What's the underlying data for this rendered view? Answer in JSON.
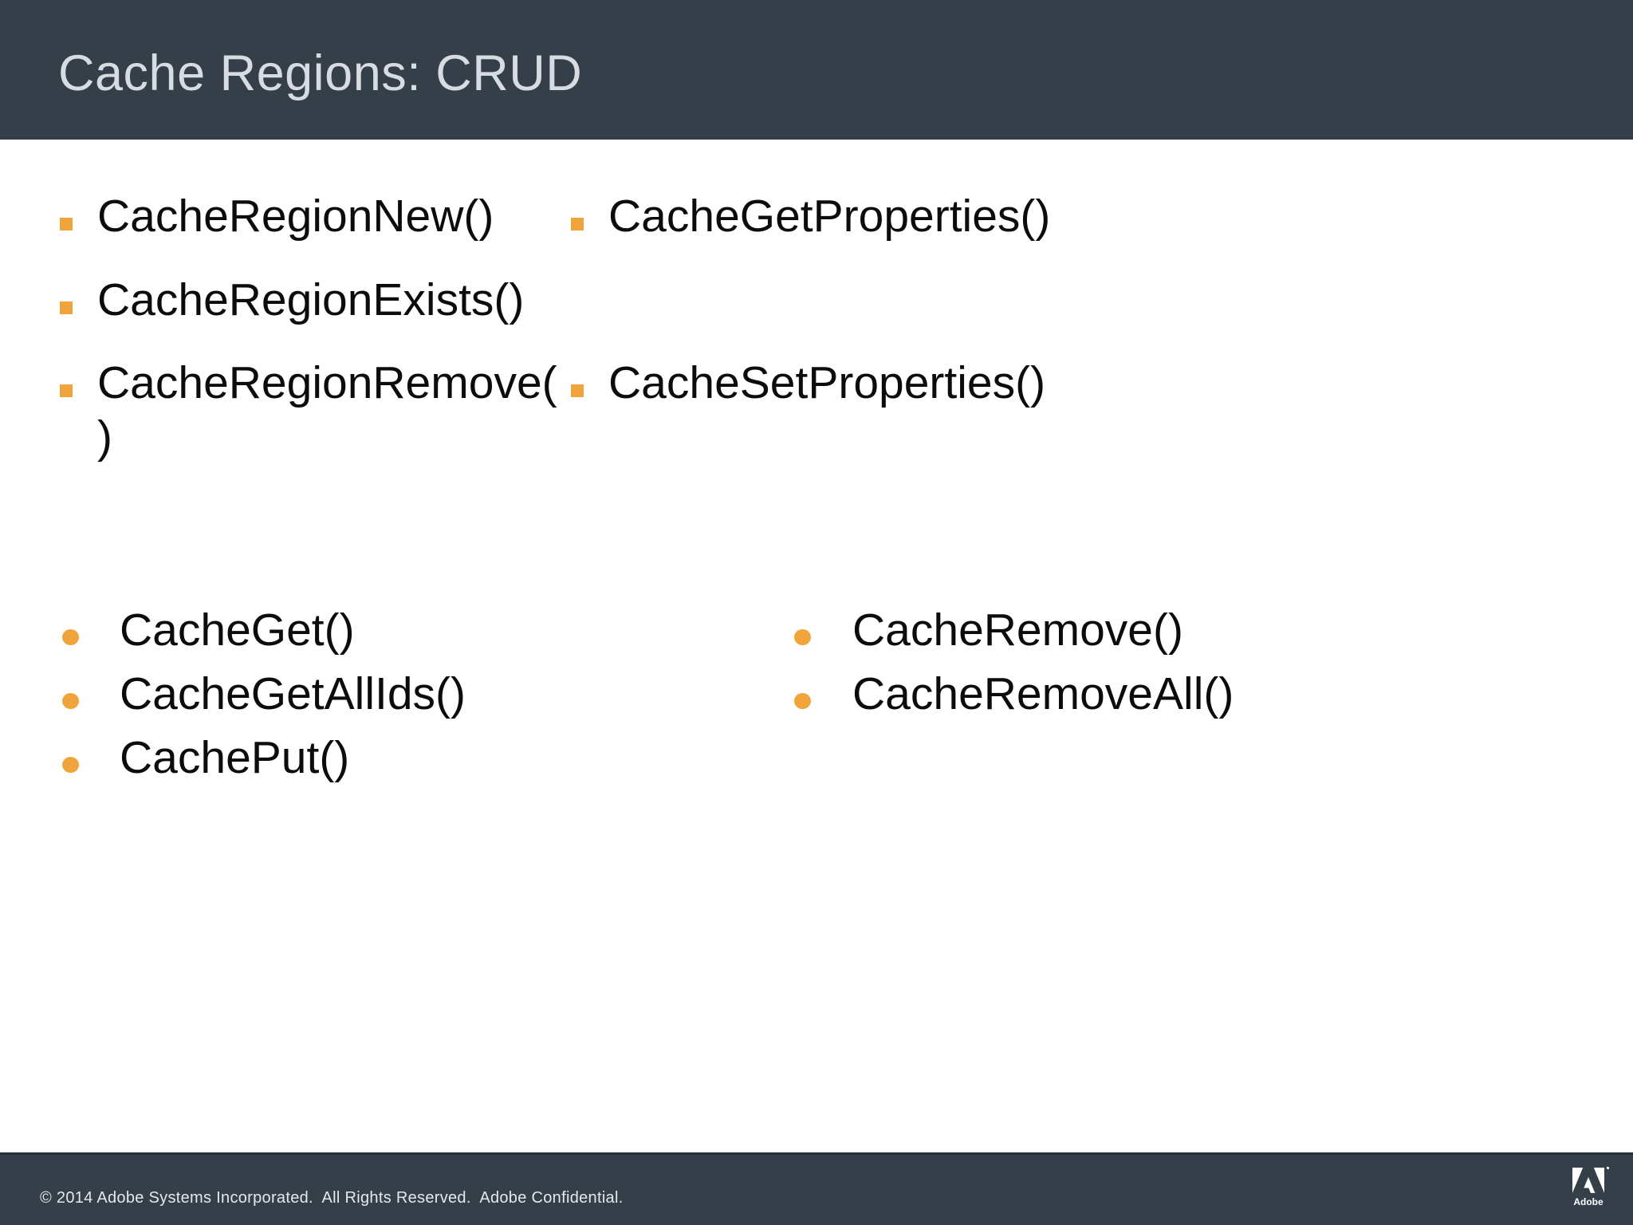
{
  "slide": {
    "title": "Cache Regions: CRUD",
    "lists": {
      "top_left": [
        "CacheRegionNew()",
        "CacheRegionExists()",
        "CacheRegionRemove(\n)"
      ],
      "top_right": [
        "CacheGetProperties()",
        "CacheSetProperties()"
      ],
      "bottom_left": [
        "CacheGet()",
        "CacheGetAllIds()",
        "CachePut()"
      ],
      "bottom_right": [
        "CacheRemove()",
        "CacheRemoveAll()"
      ]
    },
    "footer": {
      "copyright": "© 2014 Adobe Systems Incorporated.  All Rights Reserved.  Adobe Confidential.",
      "logo_text": "Adobe"
    },
    "colors": {
      "header_bg": "#353F49",
      "footer_bg": "#353F49",
      "title_text": "#D7DCE2",
      "body_text": "#0C0C0C",
      "bullet_orange": "#F1A43C",
      "footer_text": "#E4E8EB"
    }
  }
}
